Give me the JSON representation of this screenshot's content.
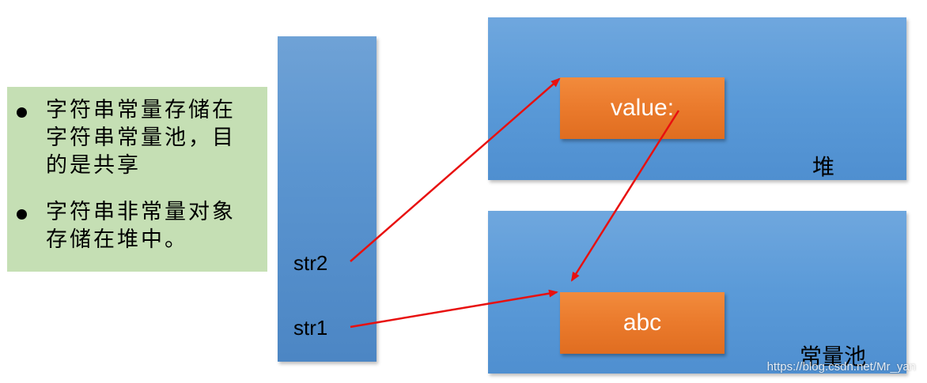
{
  "notes": [
    "字符串常量存储在\n字符串常量池，目\n的是共享",
    "字符串非常量对象\n存储在堆中。"
  ],
  "stack": {
    "vars": [
      "str2",
      "str1"
    ]
  },
  "heap": {
    "label": "堆",
    "box": "value:"
  },
  "pool": {
    "label": "常量池",
    "box": "abc"
  },
  "watermark": "https://blog.csdn.net/Mr_yan",
  "colors": {
    "note_bg": "#c5dfb4",
    "area_blue": "#5b9bd5",
    "box_orange": "#ed7d31",
    "arrow_red": "#e8100f"
  },
  "arrows": [
    {
      "from": "str2",
      "to": "heap-value-box"
    },
    {
      "from": "str1",
      "to": "pool-abc-box"
    },
    {
      "from": "heap-value-box",
      "to": "pool-abc-box"
    }
  ]
}
